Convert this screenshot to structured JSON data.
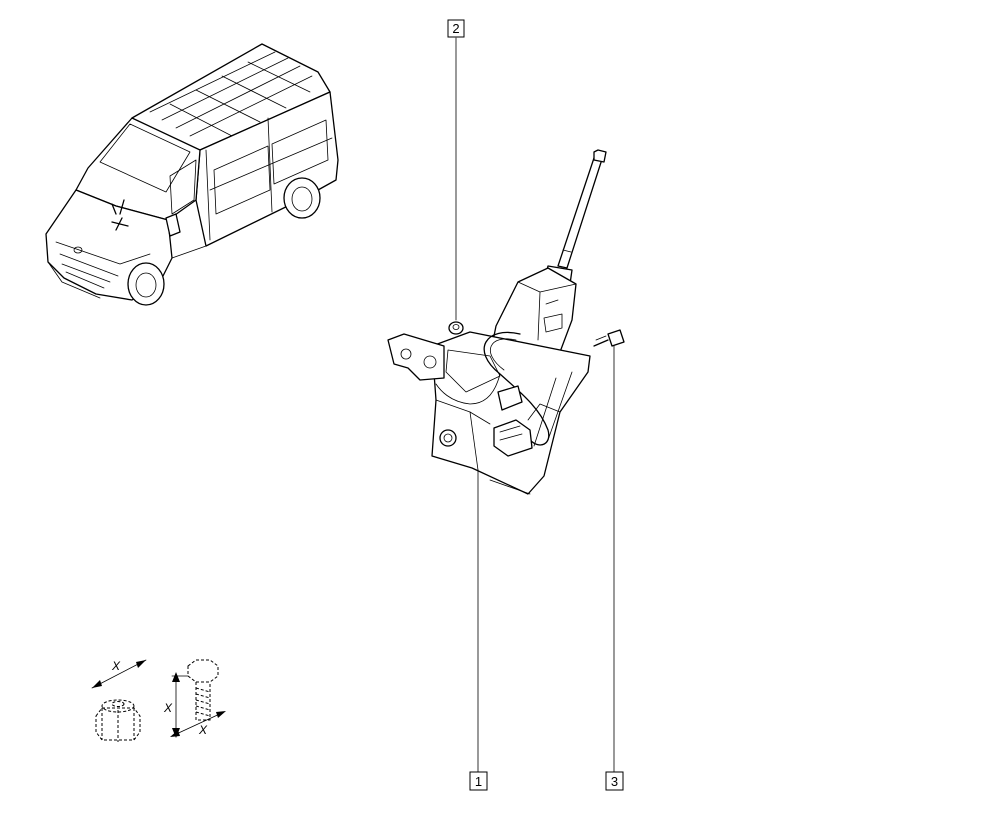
{
  "callouts": [
    {
      "number": "1"
    },
    {
      "number": "2"
    },
    {
      "number": "3"
    }
  ],
  "dimension_labels": [
    "X",
    "X",
    "X"
  ]
}
